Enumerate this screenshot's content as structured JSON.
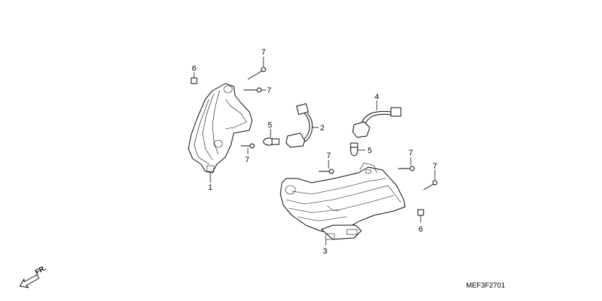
{
  "callouts": [
    {
      "id": "c1",
      "text": "1"
    },
    {
      "id": "c2",
      "text": "2"
    },
    {
      "id": "c3",
      "text": "3"
    },
    {
      "id": "c4",
      "text": "4"
    },
    {
      "id": "c5a",
      "text": "5"
    },
    {
      "id": "c5b",
      "text": "5"
    },
    {
      "id": "c6a",
      "text": "6"
    },
    {
      "id": "c6b",
      "text": "6"
    },
    {
      "id": "c7a",
      "text": "7"
    },
    {
      "id": "c7b",
      "text": "7"
    },
    {
      "id": "c7c",
      "text": "7"
    },
    {
      "id": "c7d",
      "text": "7"
    },
    {
      "id": "c7e",
      "text": "7"
    },
    {
      "id": "c7f",
      "text": "7"
    }
  ],
  "direction_label": "FR.",
  "diagram_code": "MEF3F2701"
}
